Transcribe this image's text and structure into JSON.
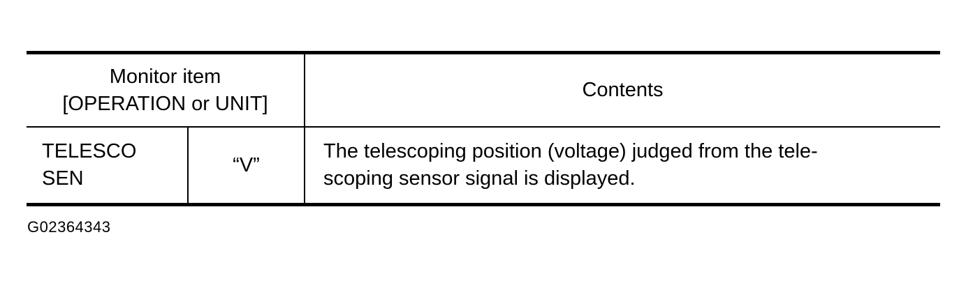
{
  "table": {
    "header": {
      "monitor_item_line1": "Monitor item",
      "monitor_item_line2": "[OPERATION or UNIT]",
      "contents": "Contents"
    },
    "row": {
      "monitor_item_line1": "TELESCO",
      "monitor_item_line2": "SEN",
      "unit": "“V”",
      "contents_line1": "The telescoping position (voltage) judged from the tele-",
      "contents_line2": "scoping sensor signal is displayed."
    }
  },
  "figure_id": "G02364343",
  "colors": {
    "text": "#000000",
    "background": "#ffffff",
    "border": "#000000"
  }
}
